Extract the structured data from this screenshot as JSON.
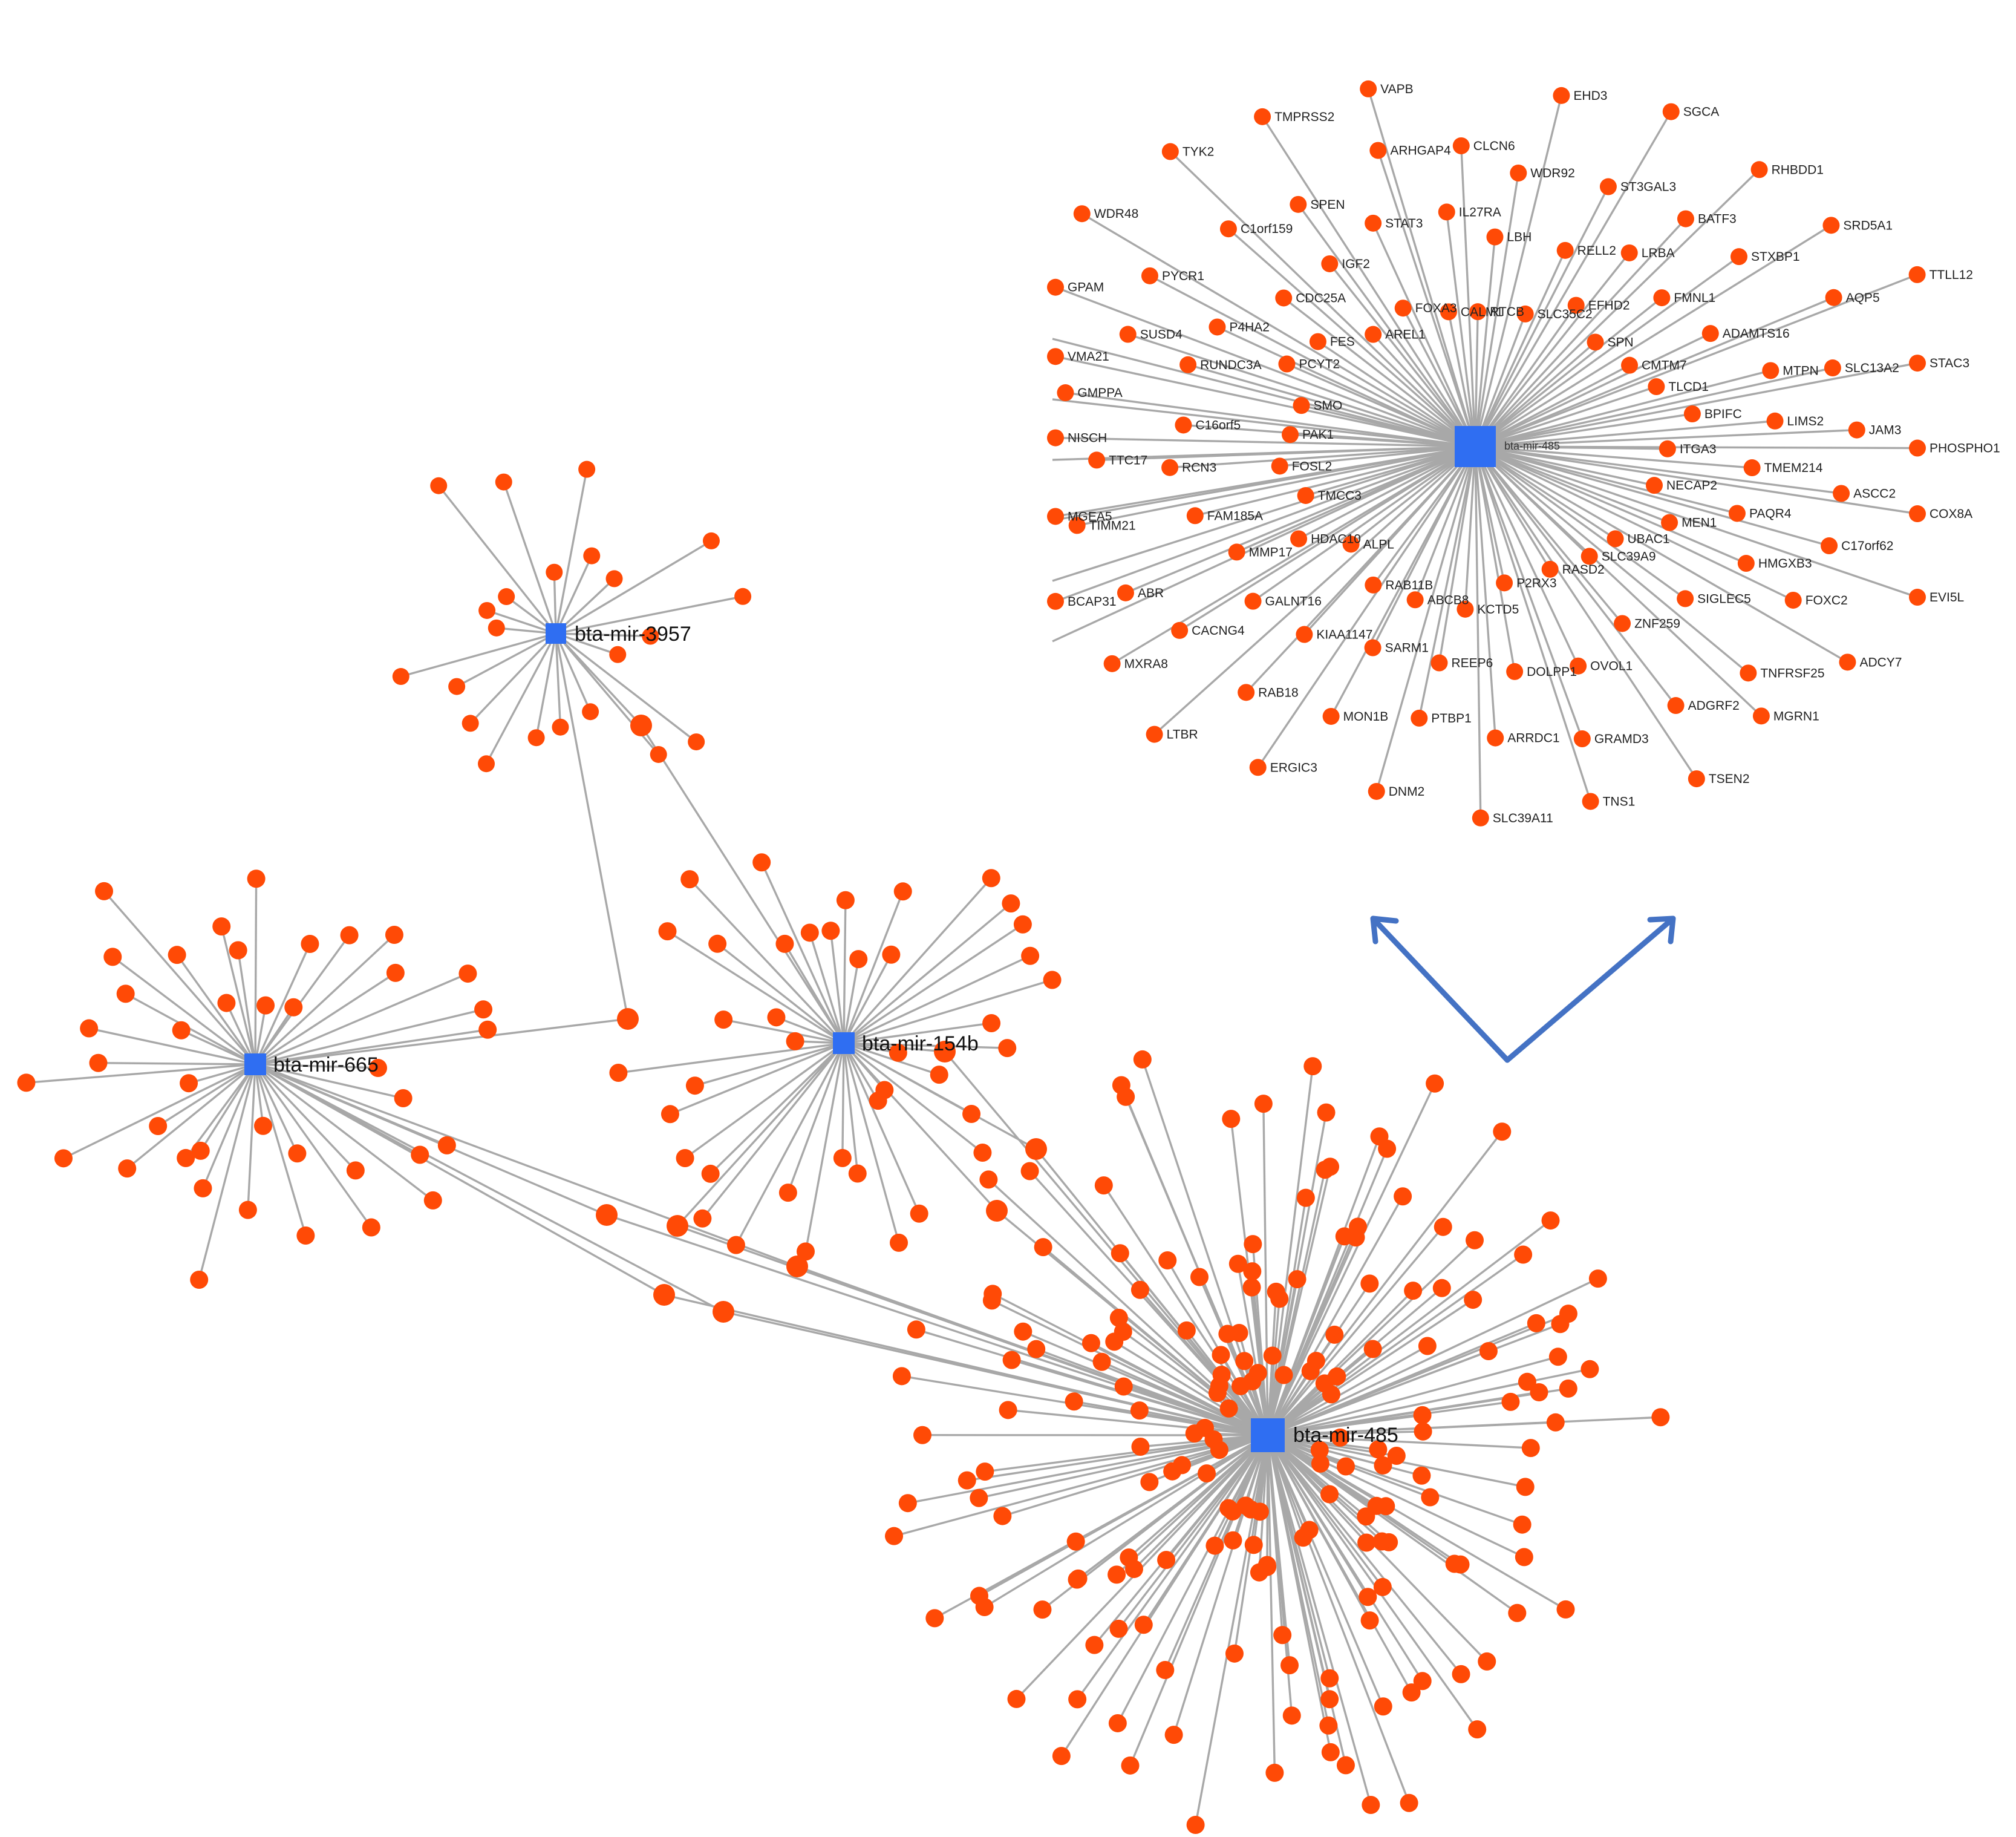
{
  "colors": {
    "gene": "#ff4a06",
    "mirna": "#2f6ef2",
    "edge": "#a8a8a8",
    "arrow": "#4472c4"
  },
  "network": {
    "mirnas": [
      "bta-mir-3957",
      "bta-mir-665",
      "bta-mir-154b",
      "bta-mir-485"
    ],
    "shared_links": [
      {
        "from": "bta-mir-3957",
        "to": "bta-mir-154b",
        "via": 1
      },
      {
        "from": "bta-mir-3957",
        "to": "bta-mir-665",
        "via": 1
      },
      {
        "from": "bta-mir-665",
        "to": "bta-mir-485",
        "via": 4
      },
      {
        "from": "bta-mir-154b",
        "to": "bta-mir-485",
        "via": 4
      }
    ]
  },
  "zoom": {
    "mirna": "bta-mir-485",
    "genes": [
      "RTCB",
      "LBH",
      "WDR92",
      "EHD3",
      "SLC35C2",
      "RELL2",
      "ST3GAL3",
      "SGCA",
      "EFHD2",
      "LRBA",
      "BATF3",
      "RHBDD1",
      "SPN",
      "FMNL1",
      "STXBP1",
      "SRD5A1",
      "CMTM7",
      "ADAMTS16",
      "AQP5",
      "TTLL12",
      "TLCD1",
      "MTPN",
      "SLC13A2",
      "STAC3",
      "BPIFC",
      "LIMS2",
      "JAM3",
      "PHOSPHO1",
      "ITGA3",
      "TMEM214",
      "ASCC2",
      "COX8A",
      "NECAP2",
      "PAQR4",
      "C17orf62",
      "EVI5L",
      "MEN1",
      "HMGXB3",
      "FOXC2",
      "ADCY7",
      "UBAC1",
      "SIGLEC5",
      "TNFRSF25",
      "MGRN1",
      "SLC39A9",
      "ZNF259",
      "ADGRF2",
      "TSEN2",
      "RASD2",
      "OVOL1",
      "GRAMD3",
      "TNS1",
      "P2RX3",
      "DOLPP1",
      "ARRDC1",
      "SLC39A11",
      "KCTD5",
      "REEP6",
      "PTBP1",
      "DNM2",
      "ABCB8",
      "SARM1",
      "MON1B",
      "ERGIC3",
      "RAB11B",
      "KIAA1147",
      "RAB18",
      "LTBR",
      "ALPL",
      "GALNT16",
      "CACNG4",
      "MXRA8",
      "HDAC10",
      "MMP17",
      "ABR",
      "BCAP31",
      "TMCC3",
      "FAM185A",
      "TIMM21",
      "MGEA5",
      "FOSL2",
      "RCN3",
      "TTC17",
      "NISCH",
      "PAK1",
      "C16orf5",
      "GMPPA",
      "VMA21",
      "SMO",
      "RUNDC3A",
      "SUSD4",
      "GPAM",
      "PCYT2",
      "P4HA2",
      "PYCR1",
      "WDR48",
      "FES",
      "CDC25A",
      "C1orf159",
      "TYK2",
      "AREL1",
      "IGF2",
      "SPEN",
      "TMPRSS2",
      "FOXA3",
      "STAT3",
      "ARHGAP4",
      "VAPB",
      "CALM1",
      "IL27RA",
      "CLCN6"
    ]
  }
}
